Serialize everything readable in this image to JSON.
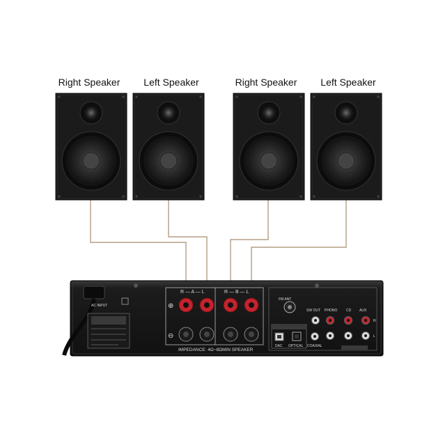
{
  "speakers": [
    {
      "label": "Right Speaker"
    },
    {
      "label": "Left Speaker"
    },
    {
      "label": "Right Speaker"
    },
    {
      "label": "Left Speaker"
    }
  ],
  "amp": {
    "ac_input": "AC INPUT",
    "group_a": "R — A — L",
    "group_b": "R — B — L",
    "impedance": "IMPEDANCE: 4Ω~8ΩMIN SPEAKER",
    "fm_ant": "FM ANT",
    "sw_out": "SW OUT",
    "phono": "PHONO",
    "cd": "CD",
    "aux": "AUX",
    "dac": "DAC",
    "optical": "OPTICAL",
    "coaxial": "COAXIAL",
    "plus": "⊕",
    "minus": "⊖",
    "ch_r": "R",
    "ch_l": "L"
  },
  "colors": {
    "cabinet": "#1b1b1b",
    "wire": "#b49d86",
    "terminal_red": "#c4232d",
    "panel": "#2a2a2a"
  }
}
